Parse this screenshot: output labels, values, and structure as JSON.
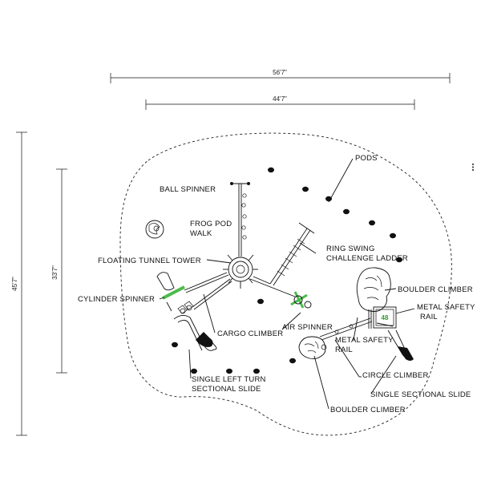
{
  "dimensions": {
    "overall_width": "56'7\"",
    "inner_width": "44'7\"",
    "overall_depth": "45'7\"",
    "inner_depth": "33'7\""
  },
  "labels": {
    "pods": "PODS",
    "ball_spinner": "BALL SPINNER",
    "frog_pod_walk_1": "FROG POD",
    "frog_pod_walk_2": "WALK",
    "floating_tunnel_tower": "FLOATING TUNNEL TOWER",
    "ring_swing_1": "RING SWING",
    "ring_swing_2": "CHALLENGE LADDER",
    "cylinder_spinner": "CYLINDER SPINNER",
    "cargo_climber": "CARGO CLIMBER",
    "air_spinner": "AIR SPINNER",
    "boulder_climber_top": "BOULDER CLIMBER",
    "metal_safety_rail_right_1": "METAL SAFETY",
    "metal_safety_rail_right_2": "RAIL",
    "metal_safety_rail_mid_1": "METAL SAFETY",
    "metal_safety_rail_mid_2": "RAIL",
    "circle_climber": "CIRCLE CLIMBER",
    "single_sectional_slide": "SINGLE SECTIONAL SLIDE",
    "single_left_turn_1": "SINGLE LEFT TURN",
    "single_left_turn_2": "SECTIONAL SLIDE",
    "boulder_climber_bottom": "BOULDER CLIMBER",
    "deck_height": "48"
  },
  "colors": {
    "line": "#111111",
    "accent_green": "#4cbb4c"
  }
}
